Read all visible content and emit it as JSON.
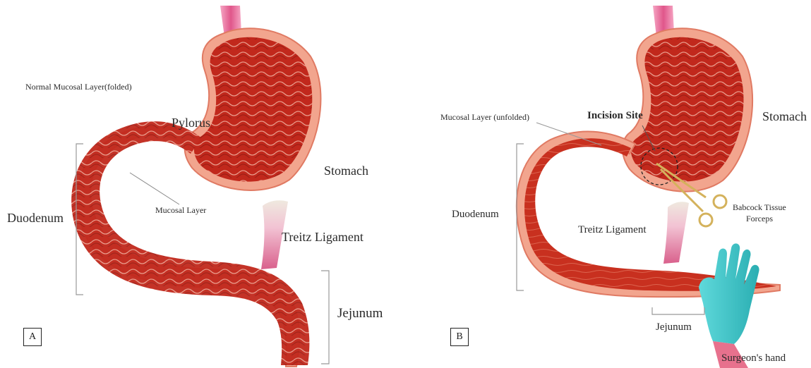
{
  "panels": [
    {
      "letter": "A",
      "labels": {
        "normal_mucosa": "Normal Mucosal Layer(folded)",
        "pylorus": "Pylorus",
        "stomach": "Stomach",
        "duodenum": "Duodenum",
        "mucosal_layer": "Mucosal Layer",
        "treitz": "Treitz Ligament",
        "jejunum": "Jejunum"
      }
    },
    {
      "letter": "B",
      "labels": {
        "mucosal_unfolded": "Mucosal Layer (unfolded)",
        "incision": "Incision Site",
        "stomach": "Stomach",
        "duodenum": "Duodenum",
        "babcock_line1": "Babcock Tissue",
        "babcock_line2": "Forceps",
        "treitz": "Treitz Ligament",
        "jejunum": "Jejunum",
        "hand": "Surgeon's hand"
      }
    }
  ],
  "colors": {
    "tissue_outer": "#f2a58e",
    "tissue_wall": "#e8806a",
    "lumen": "#c1281c",
    "lumen_dark": "#8e1a12",
    "fold": "#f3b9a8",
    "esophagus": "#e0568a",
    "ligament": "#e07fa3",
    "glove": "#3fc7c9",
    "forceps": "#d4b25c",
    "skin": "#e7718d"
  }
}
